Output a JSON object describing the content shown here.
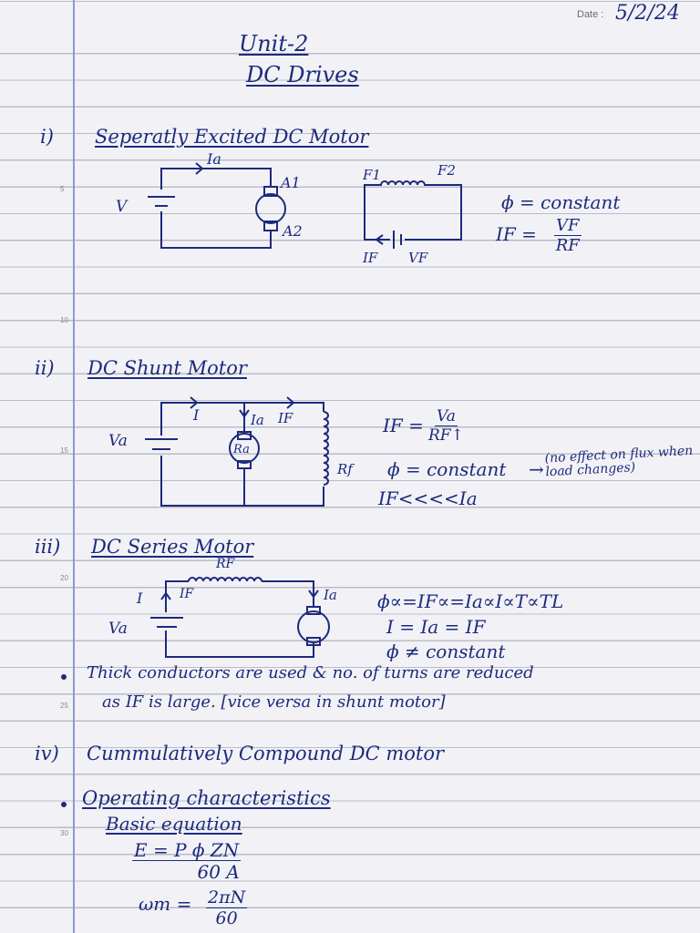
{
  "header": {
    "date_label": "Date :",
    "date_value": "5/2/24"
  },
  "line_numbers": [
    "5",
    "10",
    "15",
    "20",
    "25",
    "30"
  ],
  "title": {
    "unit": "Unit-2",
    "subject": "DC Drives"
  },
  "sections": {
    "s1": {
      "marker": "i)",
      "heading": "Seperatly Excited DC Motor",
      "armature": {
        "current": "Ia",
        "voltage": "V",
        "terminal_top": "A1",
        "terminal_bottom": "A2"
      },
      "field": {
        "start": "F1",
        "end": "F2",
        "current": "IF",
        "voltage": "VF"
      },
      "eq1": "ϕ = constant",
      "eq2": {
        "lhs": "IF =",
        "num": "VF",
        "den": "RF"
      }
    },
    "s2": {
      "marker": "ii)",
      "heading": "DC Shunt Motor",
      "circuit": {
        "supply": "Va",
        "line_current": "I",
        "armature_current": "Ia",
        "field_current": "IF",
        "armature": "Ra",
        "field": "Rf"
      },
      "eq1": {
        "lhs": "IF =",
        "num": "Va",
        "den": "RF↑"
      },
      "eq2": "ϕ = constant",
      "note": "(no effect on flux when load changes)",
      "eq3": "IF<<<<Ia"
    },
    "s3": {
      "marker": "iii)",
      "heading": "DC Series Motor",
      "circuit": {
        "supply": "Va",
        "current": "I",
        "field_current": "IF",
        "field": "RF",
        "armature_current": "Ia"
      },
      "eq1": "ϕ∝=IF∝=Ia∝I∝T∝TL",
      "eq2": "I = Ia = IF",
      "eq3": "ϕ ≠ constant",
      "bullet_line1": "Thick conductors are used & no. of turns are reduced",
      "bullet_line2": "as IF is large.  [vice versa in shunt motor]"
    },
    "s4": {
      "marker": "iv)",
      "heading": "Cummulatively Compound DC motor",
      "bullet": "Operating characteristics",
      "sub_heading": "Basic equation",
      "eq1": {
        "lhs": "E = P ϕ ZN",
        "den": "60 A"
      },
      "eq2": {
        "lhs": "ωm =",
        "num": "2πN",
        "den": "60"
      }
    }
  }
}
